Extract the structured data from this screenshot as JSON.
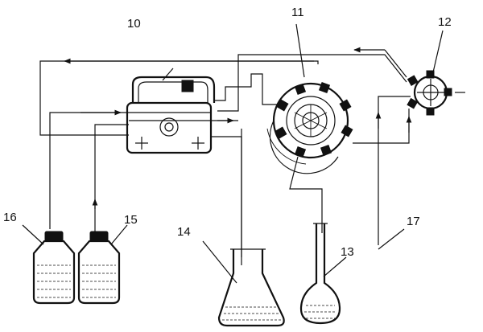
{
  "labels": {
    "peristaltic_pump": "10",
    "multiport_valve": "11",
    "injection_valve": "12",
    "volumetric_flask": "13",
    "waste_flask": "14",
    "reagent_bottle_15": "15",
    "reagent_bottle_16": "16",
    "injection_line": "17"
  }
}
